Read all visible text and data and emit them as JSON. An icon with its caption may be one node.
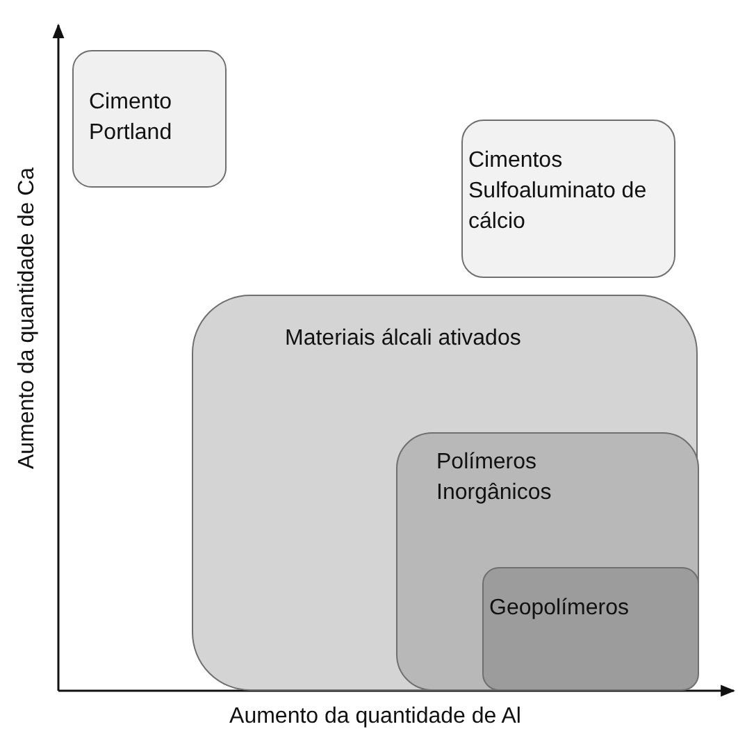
{
  "diagram": {
    "nodes": [
      {
        "text": [
          "Cimento Portland"
        ]
      },
      {
        "text": [
          "Cimentos Sulfoaluminato de cálcio"
        ]
      },
      {
        "text": [
          "Materiais álcali ativados"
        ]
      },
      {
        "text": [
          "Polímeros Inorgânicos"
        ],
        "in": 2
      },
      {
        "text": [
          "Geopolímeros"
        ],
        "in": 3
      }
    ],
    "edges": [],
    "labels": [
      "Aumento da quantidade de Ca",
      "Aumento da quantidade de Al"
    ]
  }
}
